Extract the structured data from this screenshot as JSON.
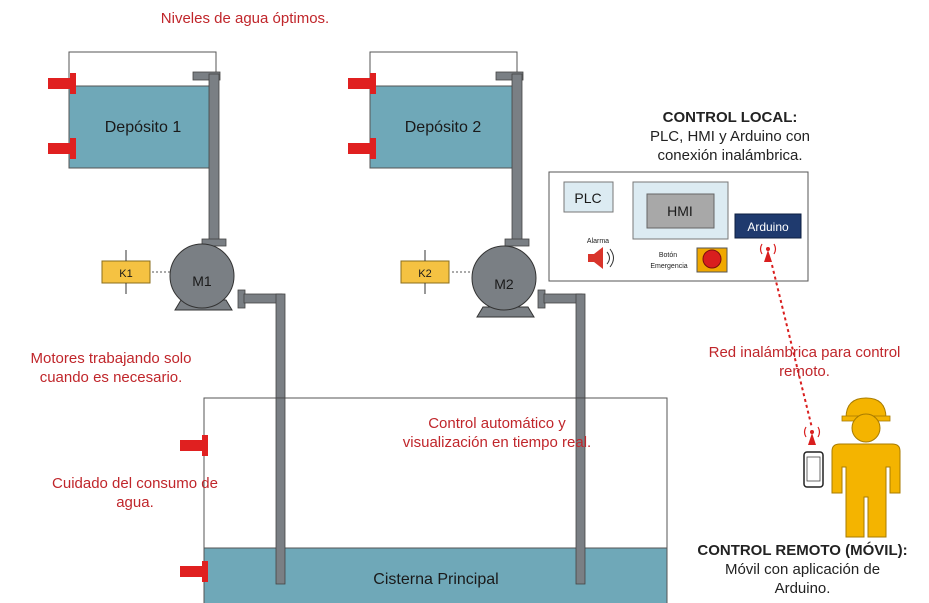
{
  "notes": {
    "optimal_levels": "Niveles de agua óptimos.",
    "motors_line1": "Motores trabajando solo",
    "motors_line2": "cuando es necesario.",
    "auto_line1": "Control automático y",
    "auto_line2": "visualización en tiempo real.",
    "water_line1": "Cuidado del consumo de",
    "water_line2": "agua.",
    "wireless_line1": "Red inalámbrica para control",
    "wireless_line2": "remoto."
  },
  "tanks": {
    "tank1": "Depósito 1",
    "tank2": "Depósito 2",
    "cistern": "Cisterna Principal"
  },
  "motors": {
    "m1": "M1",
    "m2": "M2",
    "k1": "K1",
    "k2": "K2"
  },
  "local_control": {
    "title": "CONTROL LOCAL:",
    "line1": "PLC, HMI y Arduino con",
    "line2": "conexión inalámbrica.",
    "plc": "PLC",
    "hmi": "HMI",
    "arduino": "Arduino",
    "alarm": "Alarma",
    "button_line1": "Botón",
    "button_line2": "Emergencia"
  },
  "remote_control": {
    "title": "CONTROL REMOTO (MÓVIL):",
    "line1": "Móvil con aplicación de",
    "line2": "Arduino."
  },
  "colors": {
    "water": "#6fa8b8",
    "pipe": "#7a7f84",
    "valve": "#e02020",
    "relay": "#f5c242",
    "arduino": "#1f3a6e",
    "helmet": "#f4b400",
    "warning_text": "#c0262b"
  },
  "icons": [
    "valve-icon",
    "pump-icon",
    "relay-icon",
    "speaker-icon",
    "emergency-button-icon",
    "antenna-icon",
    "phone-icon",
    "worker-icon"
  ]
}
